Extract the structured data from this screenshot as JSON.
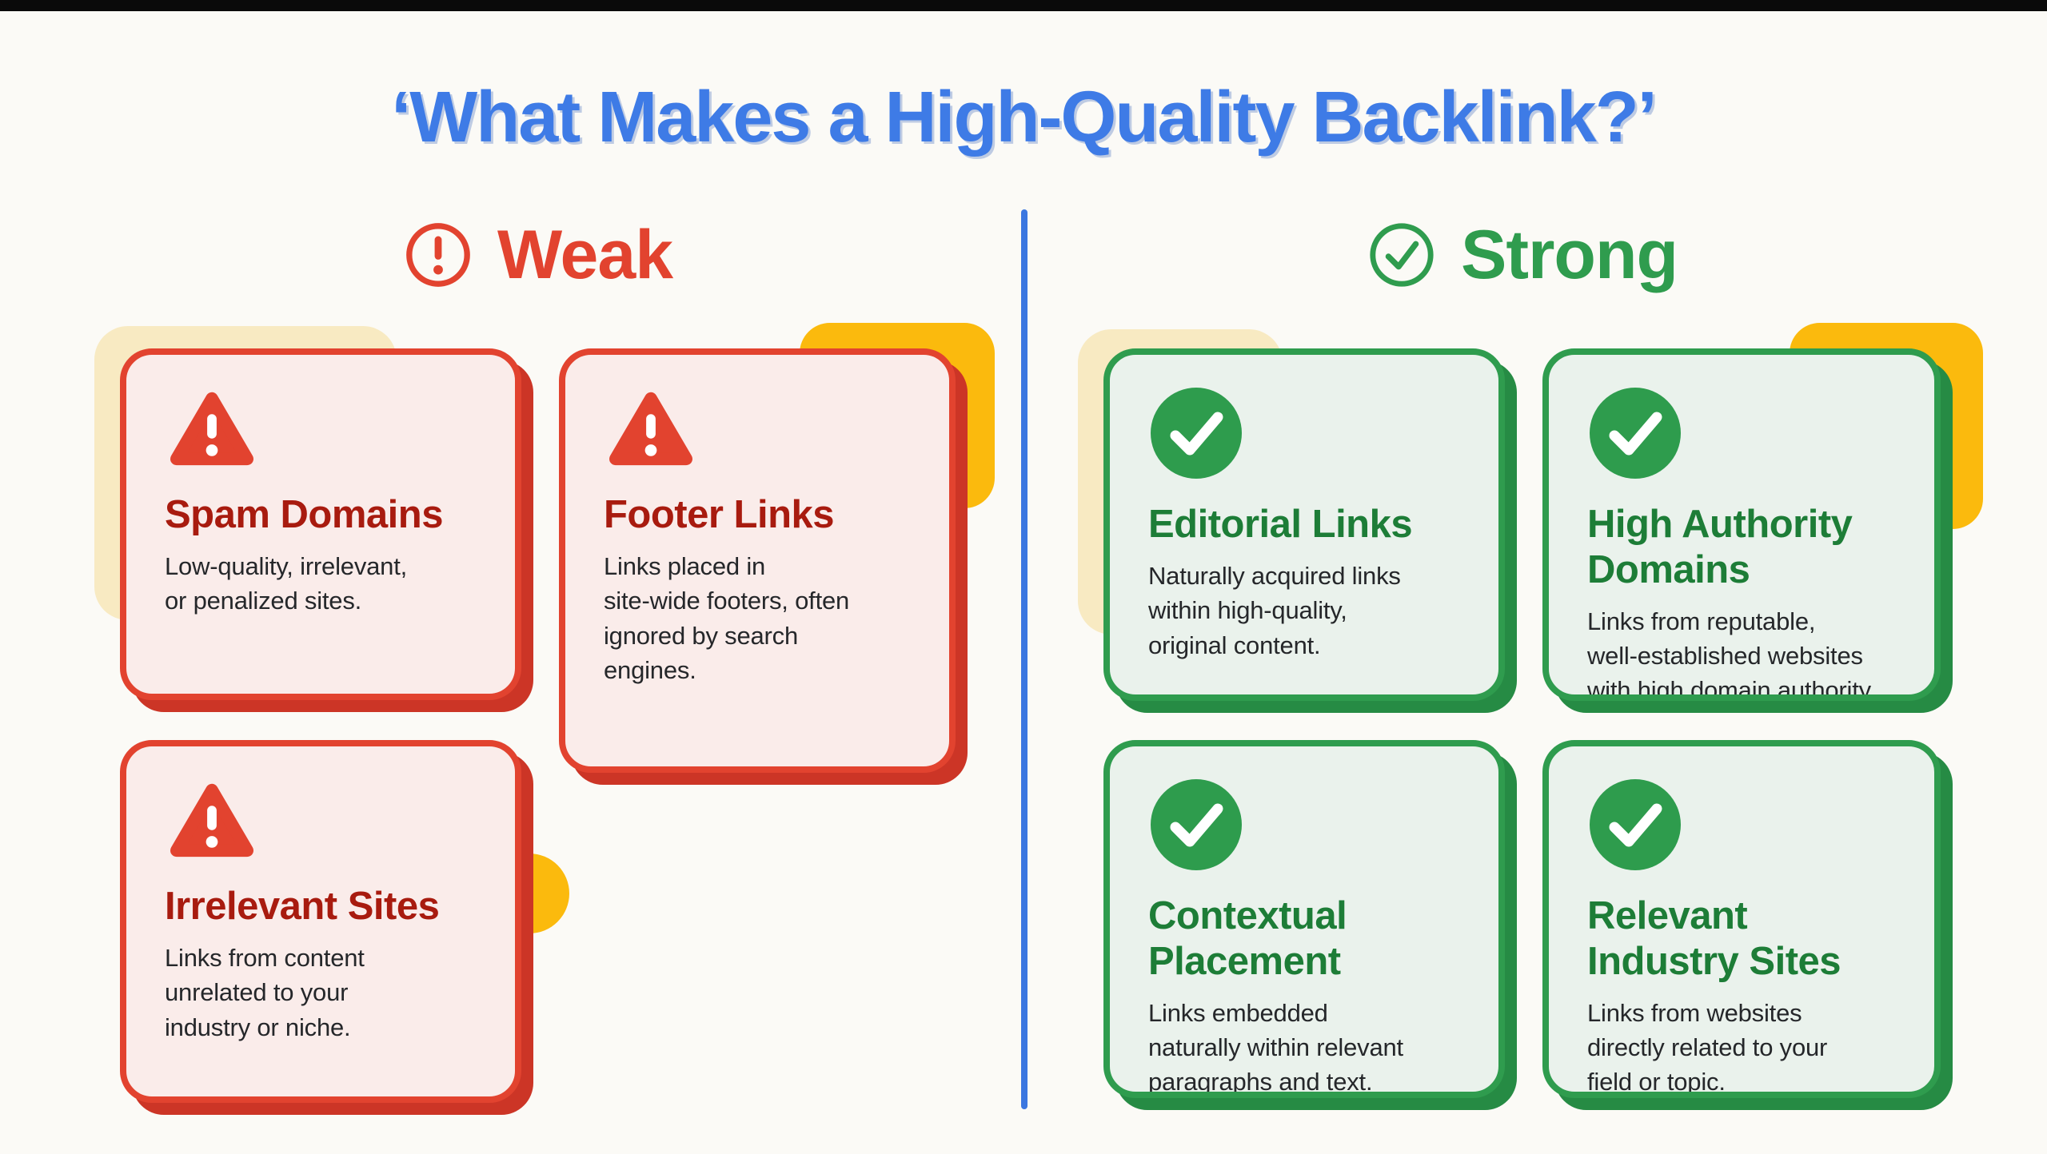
{
  "page": {
    "background": "#FBFAF6",
    "top_bar_color": "#0A0A0A",
    "divider_color": "#3B77E0",
    "accent_yellow": "#FBBA0D",
    "accent_cream": "#F8EAC2",
    "body_text_color": "#25272A"
  },
  "title": {
    "text": "‘What Makes a High-Quality Backlink?’",
    "color": "#3E7BE6"
  },
  "weak": {
    "header": {
      "label": "Weak",
      "icon": "alert-circle-icon",
      "color": "#E2432F"
    },
    "colors": {
      "border": "#E2432F",
      "fill": "#FAECEA",
      "shadow": "#CC3526",
      "title": "#A81B0F"
    },
    "cards": [
      {
        "icon": "warning-triangle-icon",
        "title": "Spam Domains",
        "body": "Low-quality, irrelevant,\nor penalized sites."
      },
      {
        "icon": "warning-triangle-icon",
        "title": "Footer Links",
        "body": "Links placed in\nsite-wide footers, often\nignored by search\nengines."
      },
      {
        "icon": "warning-triangle-icon",
        "title": "Irrelevant Sites",
        "body": "Links from content\nunrelated to your\nindustry or niche."
      }
    ]
  },
  "strong": {
    "header": {
      "label": "Strong",
      "icon": "check-circle-icon",
      "color": "#2F9C4E"
    },
    "colors": {
      "border": "#2F9C4E",
      "fill": "#EAF2EC",
      "shadow": "#268B44",
      "title": "#1D7D37"
    },
    "cards": [
      {
        "icon": "check-circle-icon",
        "title": "Editorial Links",
        "body": "Naturally acquired links\nwithin high-quality,\noriginal content."
      },
      {
        "icon": "check-circle-icon",
        "title": "High Authority\nDomains",
        "body": "Links from reputable,\nwell-established websites\nwith high domain authority."
      },
      {
        "icon": "check-circle-icon",
        "title": "Contextual\nPlacement",
        "body": "Links embedded\nnaturally within relevant\nparagraphs and text."
      },
      {
        "icon": "check-circle-icon",
        "title": "Relevant\nIndustry Sites",
        "body": "Links from websites\ndirectly related to your\nfield or topic."
      }
    ]
  }
}
